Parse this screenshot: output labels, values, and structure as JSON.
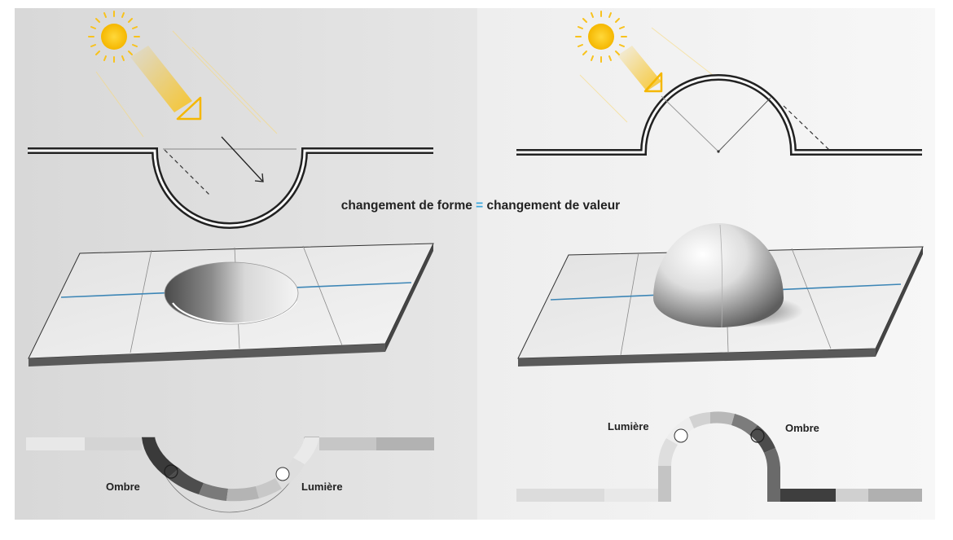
{
  "caption": {
    "left": "changement de forme",
    "operator": "=",
    "right": "changement de valeur"
  },
  "left_panel": {
    "shadow_label": "Ombre",
    "light_label": "Lumière"
  },
  "right_panel": {
    "light_label": "Lumière",
    "shadow_label": "Ombre"
  },
  "colors": {
    "panel_left_bg": "#dcdcdc",
    "panel_right_bg": "#f2f2f2",
    "sun_yellow": "#f8c21c",
    "blue_line": "#3d86b6",
    "equals_blue": "#3aa6dc",
    "outline": "#222222"
  },
  "value_scale": {
    "lightest": "#e8e8e8",
    "light": "#d4d4d4",
    "mid_light": "#bdbdbd",
    "mid": "#9a9a9a",
    "dark": "#5c5c5c",
    "darkest": "#3a3a3a"
  }
}
